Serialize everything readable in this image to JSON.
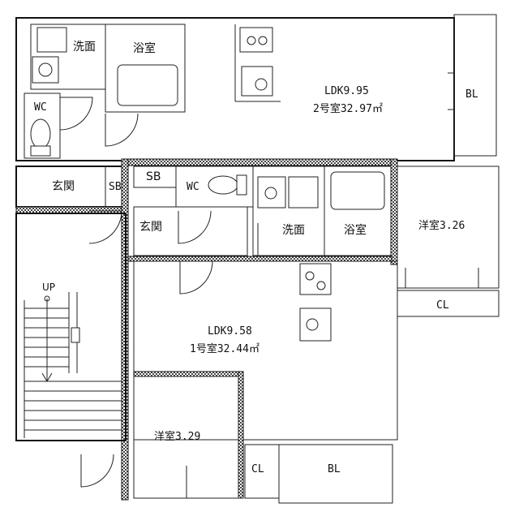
{
  "rooms": {
    "unit2_sink": "洗面",
    "unit2_bath": "浴室",
    "unit2_wc": "WC",
    "unit2_ldk": "LDK9.95",
    "unit2_area": "2号室32.97㎡",
    "unit2_bl": "BL",
    "entrance_left": "玄関",
    "sb_left": "SB",
    "sb_right": "SB",
    "unit1_wc": "WC",
    "unit1_entrance": "玄関",
    "unit1_sink": "洗面",
    "unit1_bath": "浴室",
    "western_right": "洋室3.26",
    "cl_right": "CL",
    "unit1_ldk": "LDK9.58",
    "unit1_area": "1号室32.44㎡",
    "western_bottom": "洋室3.29",
    "cl_bottom": "CL",
    "bl_bottom": "BL",
    "stairs_up": "UP"
  }
}
